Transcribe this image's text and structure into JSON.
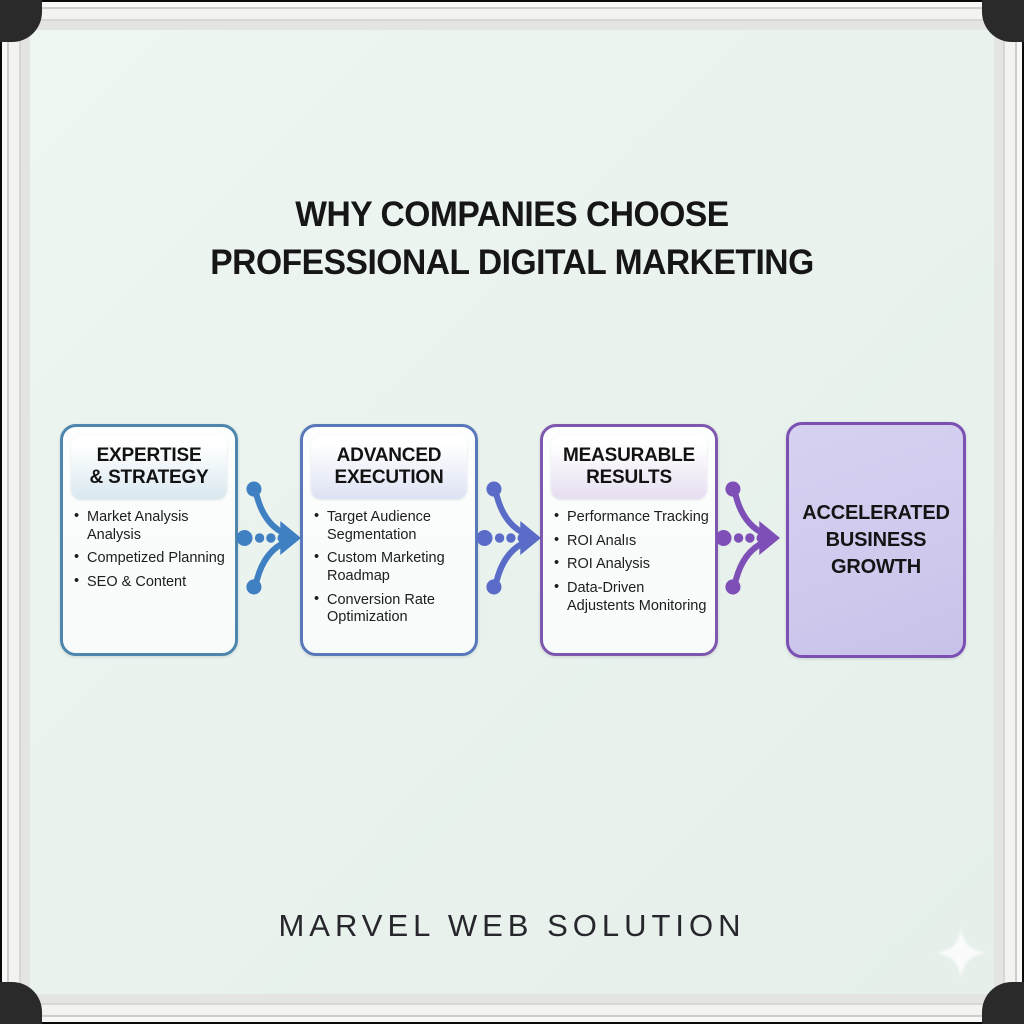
{
  "title": {
    "line1": "WHY COMPANIES CHOOSE",
    "line2": "PROFESSIONAL DIGITAL MARKETING"
  },
  "footer": {
    "brand": "MARVEL WEB SOLUTION"
  },
  "board": {
    "surface_color": "#ebf4ef",
    "frame_color": "#efefed",
    "corner_cap_color": "#2a2a2a"
  },
  "diagram": {
    "stages": [
      {
        "title_lines": [
          "EXPERTISE",
          "& STRATEGY"
        ],
        "bullets": [
          "Market Analysis Analysis",
          "Competized Planning",
          "SEO & Content"
        ],
        "border_color": "#4e86ad",
        "header_tint": "#d9e8f0"
      },
      {
        "title_lines": [
          "ADVANCED",
          "EXECUTION"
        ],
        "bullets": [
          "Target Audience Segmentation",
          "Custom Marketing Roadmap",
          "Conversion Rate Optimization"
        ],
        "border_color": "#5878ba",
        "header_tint": "#dde2f3"
      },
      {
        "title_lines": [
          "MEASURABLE",
          "RESULTS"
        ],
        "bullets": [
          "Performance Tracking",
          "ROI Analıs",
          "ROI Analysis",
          "Data-Driven Adjustents Monitoring"
        ],
        "border_color": "#7e58ae",
        "header_tint": "#e6def1"
      },
      {
        "title_lines": [
          "ACCELERATED",
          "BUSINESS",
          "GROWTH"
        ],
        "bullets": [],
        "border_color": "#7b50b2",
        "fill_color": "#cfc9ed"
      }
    ],
    "connectors": [
      {
        "name": "expertise-to-execution",
        "color": "#3f80c3"
      },
      {
        "name": "execution-to-results",
        "color": "#5a6cc8"
      },
      {
        "name": "results-to-growth",
        "color": "#7e4fb6"
      }
    ]
  }
}
